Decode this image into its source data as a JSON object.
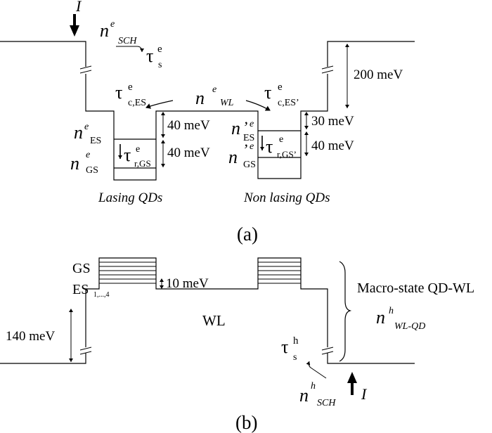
{
  "panel_a": {
    "label": "(a)",
    "current": "I",
    "n_sch": {
      "base": "n",
      "sup": "e",
      "sub": "SCH"
    },
    "tau_s": {
      "base": "τ",
      "sup": "e",
      "sub": "s"
    },
    "tau_c_es": {
      "base": "τ",
      "sup": "e",
      "sub": "c,ES"
    },
    "n_wl": {
      "base": "n",
      "sup": "e",
      "sub": "WL"
    },
    "tau_c_es_prime": {
      "base": "τ",
      "sup": "e",
      "sub": "c,ES’"
    },
    "n_es": {
      "base": "n",
      "sup": "e",
      "sub": "ES"
    },
    "n_gs": {
      "base": "n",
      "sup": "e",
      "sub": "GS"
    },
    "tau_r_gs": {
      "base": "τ",
      "sup": "e",
      "sub": "r,GS"
    },
    "n_es_prime": {
      "base": "n",
      "prime": "’",
      "sup": "e",
      "sub": "ES"
    },
    "n_gs_prime": {
      "base": "n",
      "prime": "’",
      "sup": "e",
      "sub": "GS"
    },
    "tau_r_gs_prime": {
      "base": "τ",
      "sup": "e",
      "sub": "r,GS’"
    },
    "energy_200": "200 meV",
    "energy_40_top_left": "40 meV",
    "energy_40_bottom_left": "40 meV",
    "energy_30_right": "30 meV",
    "energy_40_right": "40 meV",
    "lasing_label": "Lasing QDs",
    "nonlasing_label": "Non lasing QDs"
  },
  "panel_b": {
    "label": "(b)",
    "gs_label": "GS",
    "es_label": {
      "base": "ES",
      "sub": "1,...,4"
    },
    "energy_10": "10 meV",
    "energy_140": "140 meV",
    "wl_label": "WL",
    "macro_label": "Macro-state QD-WL",
    "n_wlqd": {
      "base": "n",
      "sup": "h",
      "sub": "WL-QD"
    },
    "tau_s": {
      "base": "τ",
      "sup": "h",
      "sub": "s"
    },
    "n_sch": {
      "base": "n",
      "sup": "h",
      "sub": "SCH"
    },
    "current": "I"
  }
}
